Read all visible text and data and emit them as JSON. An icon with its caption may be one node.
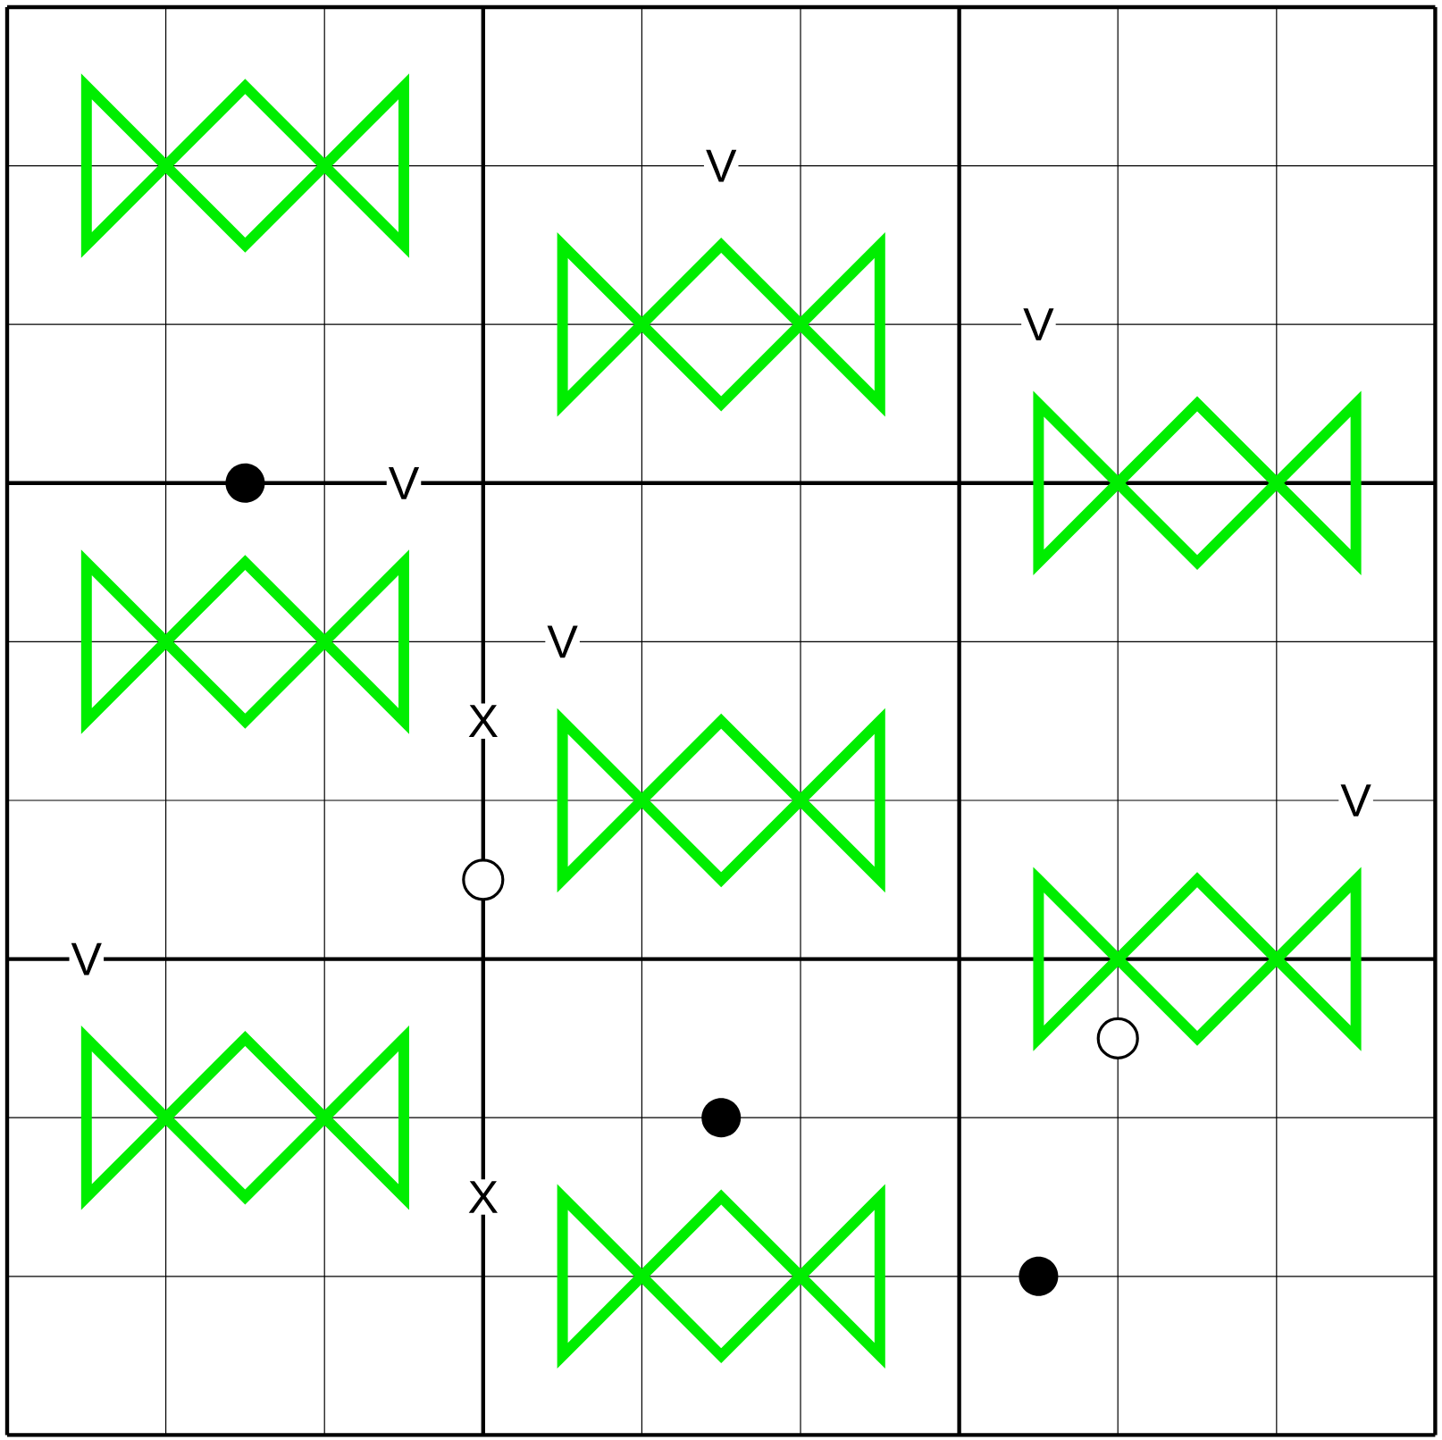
{
  "diagram": {
    "labels": [
      "V",
      "V",
      "V",
      "V",
      "X",
      "V",
      "V",
      "X"
    ]
  }
}
